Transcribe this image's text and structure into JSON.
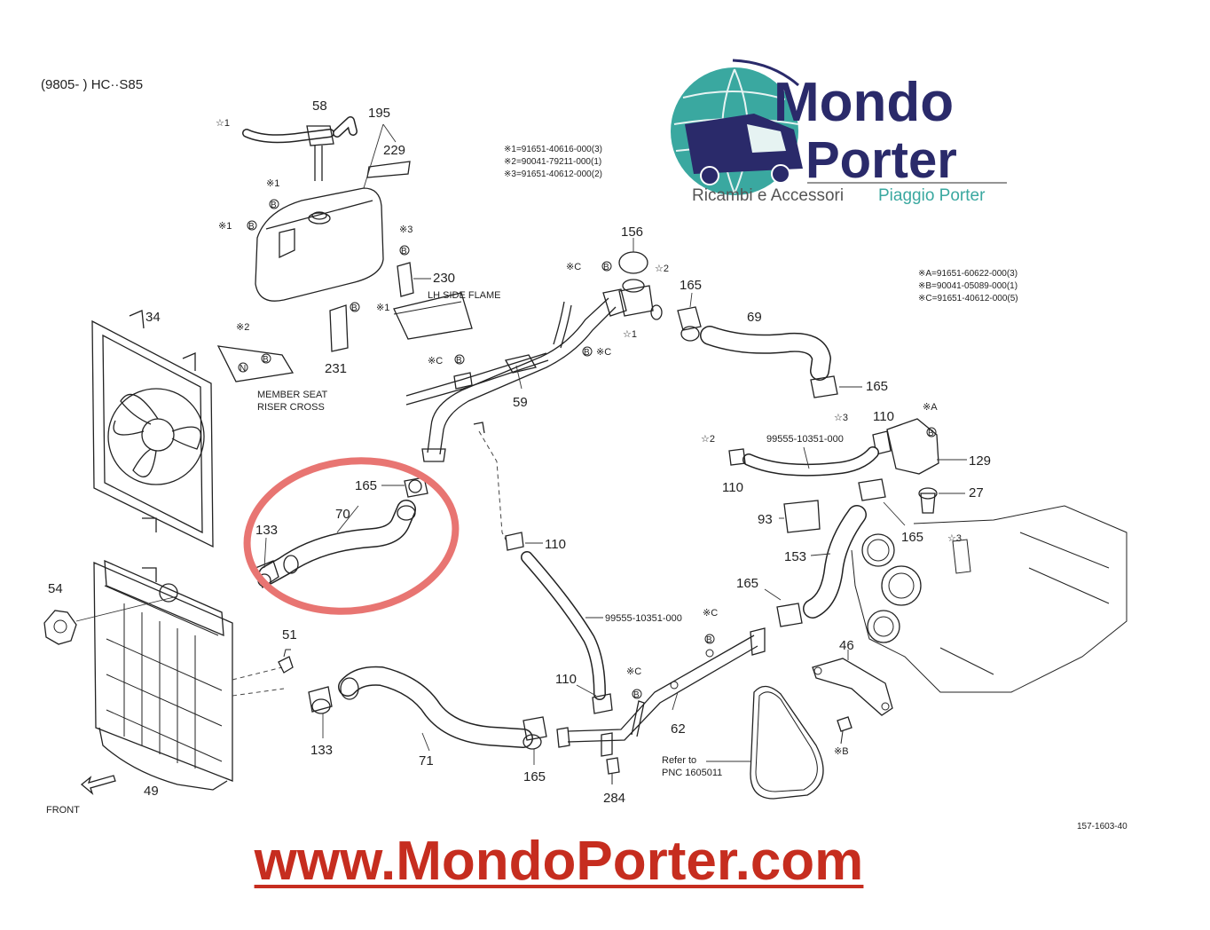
{
  "header": {
    "model_code": "(9805-      ) HC··S85"
  },
  "logo": {
    "name_line1": "Mondo",
    "name_line2": "Porter",
    "tagline_left": "Ricambi e Accessori",
    "tagline_right": "Piaggio Porter",
    "colors": {
      "navy": "#2a2a6a",
      "teal": "#3aa8a0",
      "gray": "#555555"
    }
  },
  "notes_top": [
    "※1=91651-40616-000(3)",
    "※2=90041-79211-000(1)",
    "※3=91651-40612-000(2)"
  ],
  "notes_right": [
    "※A=91651-60622-000(3)",
    "※B=90041-05089-000(1)",
    "※C=91651-40612-000(5)"
  ],
  "part_labels": {
    "p58": "58",
    "p195": "195",
    "p229": "229",
    "p230": "230",
    "p231": "231",
    "p34": "34",
    "p59": "59",
    "p156": "156",
    "p165a": "165",
    "p69": "69",
    "p165b": "165",
    "p110a": "110",
    "p129": "129",
    "p27": "27",
    "p110b": "110",
    "p93": "93",
    "p165c": "165",
    "p153": "153",
    "p165d": "165",
    "p165e": "165",
    "p70": "70",
    "p133a": "133",
    "p54": "54",
    "p110c": "110",
    "p51": "51",
    "p46": "46",
    "p110d": "110",
    "p62": "62",
    "p133b": "133",
    "p71": "71",
    "p165f": "165",
    "p284": "284",
    "p49": "49"
  },
  "text_labels": {
    "lh_side_flame": "LH SIDE FLAME",
    "member_seat": "MEMBER SEAT",
    "riser_cross": "RISER CROSS",
    "hose_spec_1": "99555-10351-000",
    "hose_spec_2": "99555-10351-000",
    "refer_to": "Refer to",
    "refer_pnc": "PNC 1605011",
    "front": "FRONT",
    "diagram_code": "157-1603-40"
  },
  "ref_marks": {
    "star1": "☆1",
    "star2": "☆2",
    "star3": "☆3",
    "kome1": "※1",
    "kome2": "※2",
    "kome3": "※3",
    "komeA": "※A",
    "komeB": "※B",
    "komeC": "※C",
    "circB": "B",
    "circN": "N"
  },
  "highlight": {
    "color": "#e87572",
    "part": "70"
  },
  "footer": {
    "url": "www.MondoPorter.com",
    "color": "#c62d1f"
  }
}
